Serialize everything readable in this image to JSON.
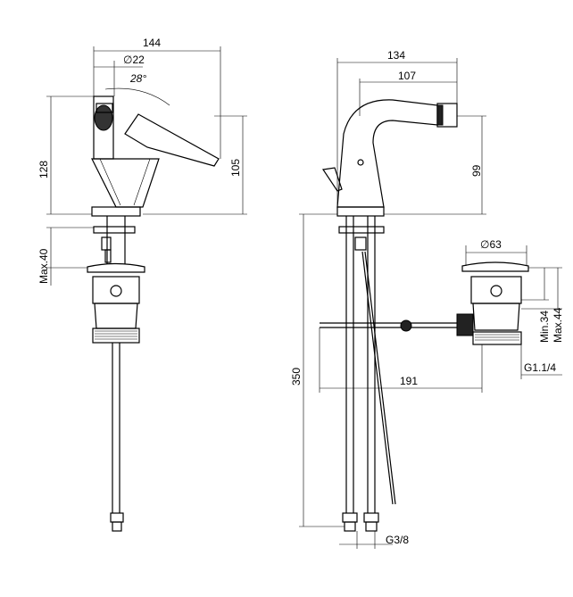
{
  "side_view": {
    "width": "144",
    "spout_diameter": "∅22",
    "lever_angle": "28°",
    "height_total": "128",
    "height_lever": "105",
    "max_deck_thickness": "Max.40"
  },
  "front_view": {
    "width": "134",
    "spout_reach": "107",
    "spout_height": "99",
    "hose_length": "350",
    "popup_rod_length": "191",
    "hose_connection": "G3/8"
  },
  "waste_view": {
    "flange_diameter": "∅63",
    "min_height": "Min.34",
    "max_height": "Max.44",
    "thread": "G1.1/4"
  }
}
